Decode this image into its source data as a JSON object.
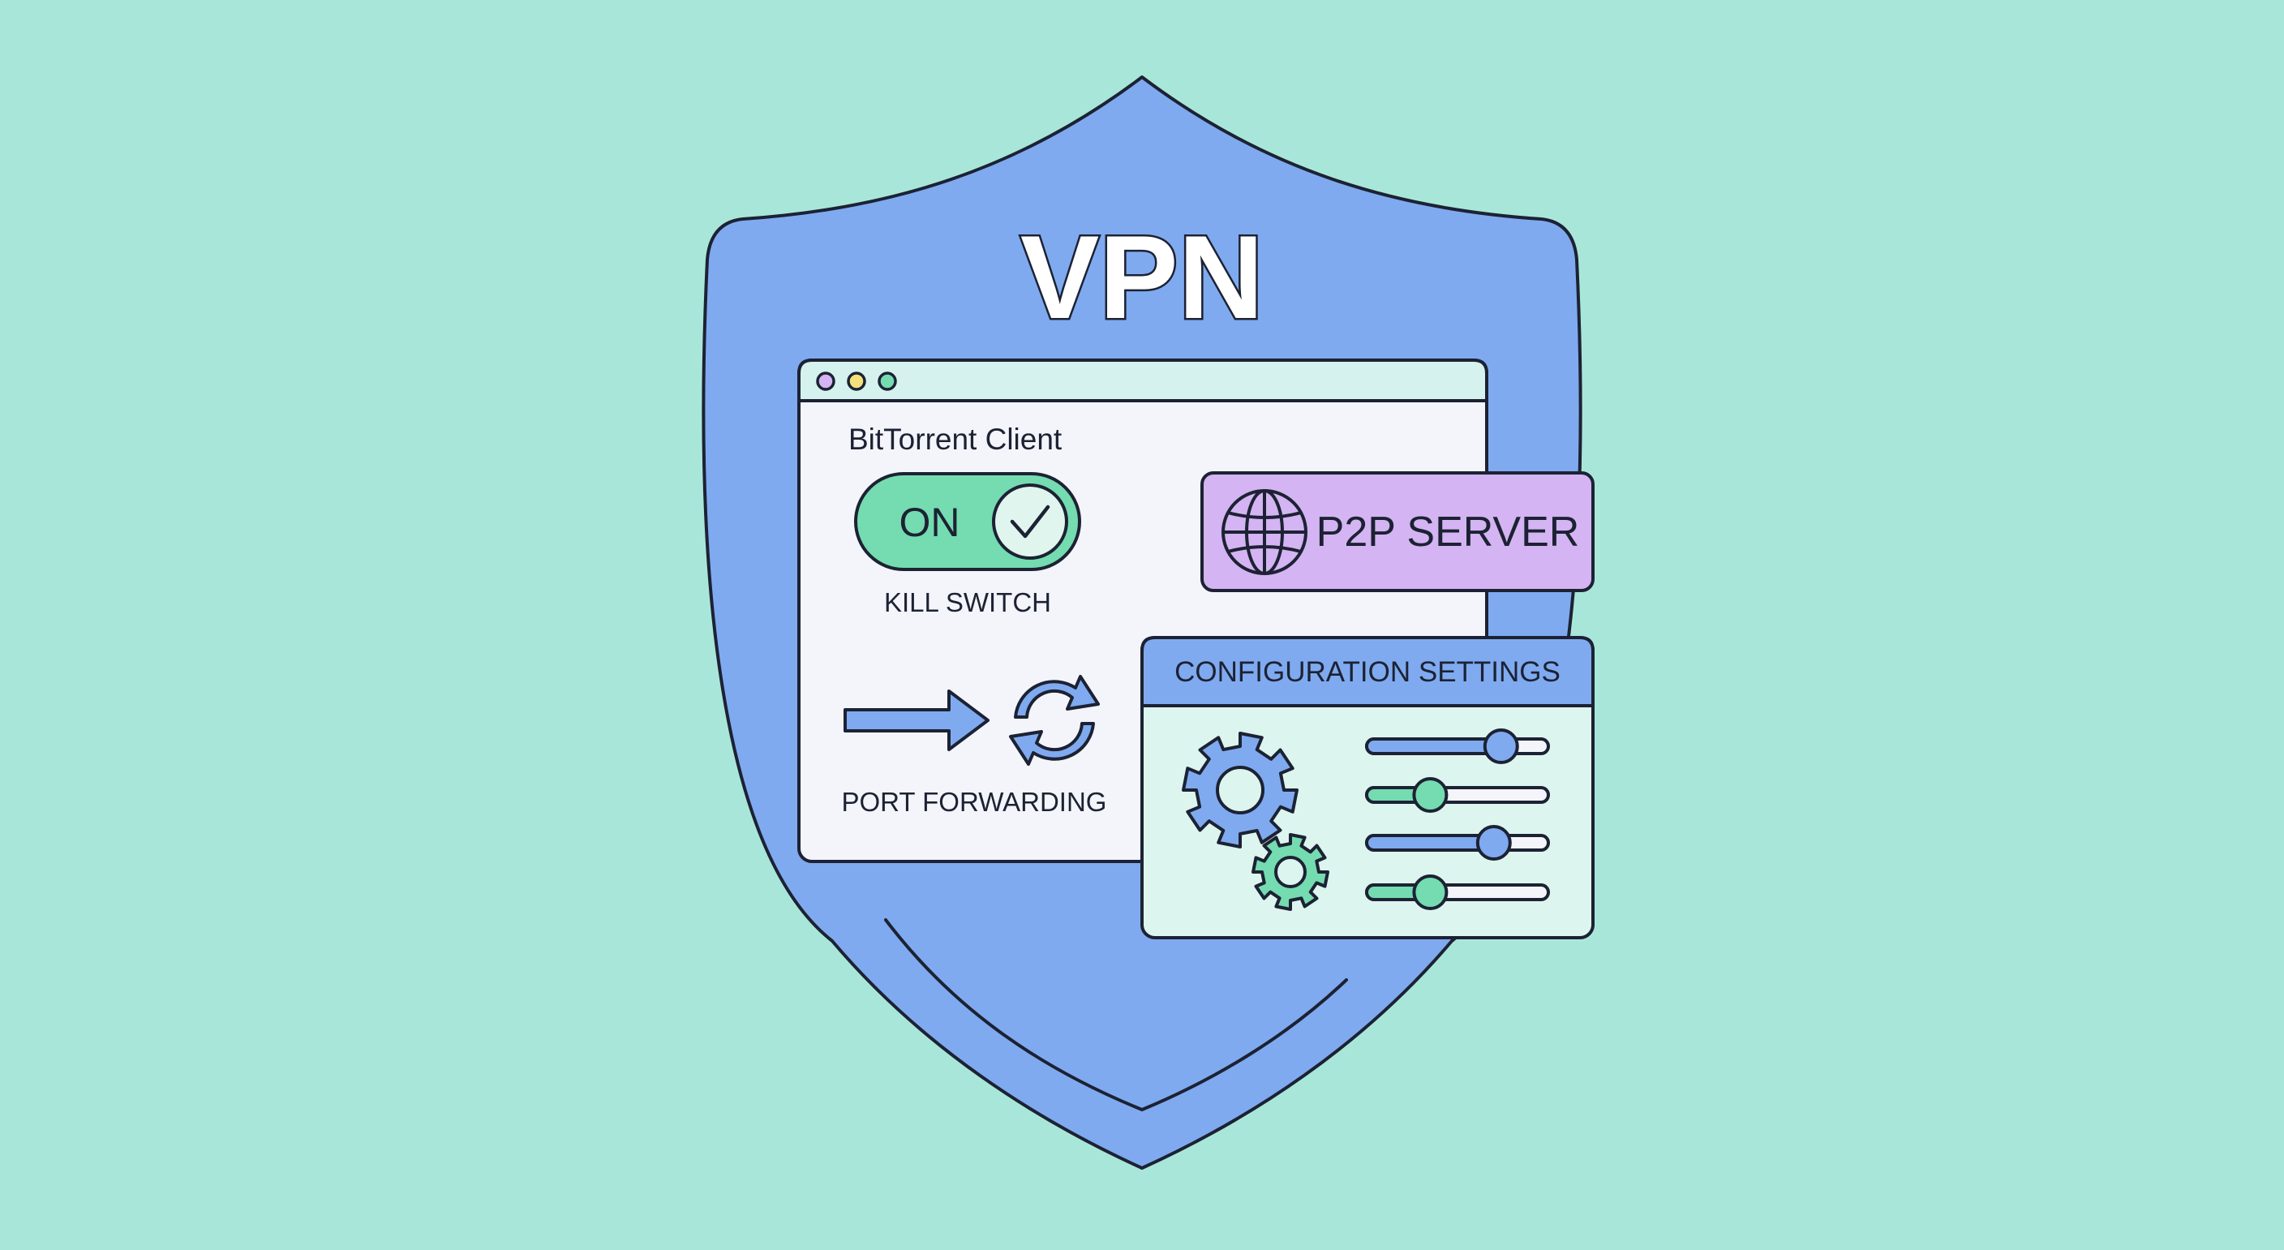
{
  "colors": {
    "background": "#a9e6da",
    "shield": "#7faaf0",
    "outline": "#1c2233",
    "window_body": "#f3f5fb",
    "window_titlebar": "#d6f2ef",
    "toggle_on": "#74dcb0",
    "p2p_badge": "#d4b4f2",
    "config_header": "#7faaf0",
    "config_body": "#ddf5ef",
    "slider_blue": "#7faaf0",
    "slider_green": "#74dcb0"
  },
  "shield": {
    "title": "VPN"
  },
  "window": {
    "dots": [
      "#d4b4f2",
      "#f2e07a",
      "#74dcb0"
    ],
    "title": "BitTorrent Client"
  },
  "kill_switch": {
    "state_label": "ON",
    "label": "KILL SWITCH",
    "icon": "checkmark-icon"
  },
  "port_forwarding": {
    "label": "PORT FORWARDING",
    "icons": [
      "arrow-right-icon",
      "refresh-icon"
    ]
  },
  "p2p_server": {
    "label": "P2P SERVER",
    "icon": "globe-icon"
  },
  "config_settings": {
    "title": "CONFIGURATION SETTINGS",
    "icons": [
      "gear-large-icon",
      "gear-small-icon"
    ],
    "sliders": [
      {
        "level": 0.74,
        "color": "blue"
      },
      {
        "level": 0.35,
        "color": "green"
      },
      {
        "level": 0.7,
        "color": "blue"
      },
      {
        "level": 0.35,
        "color": "green"
      }
    ]
  }
}
